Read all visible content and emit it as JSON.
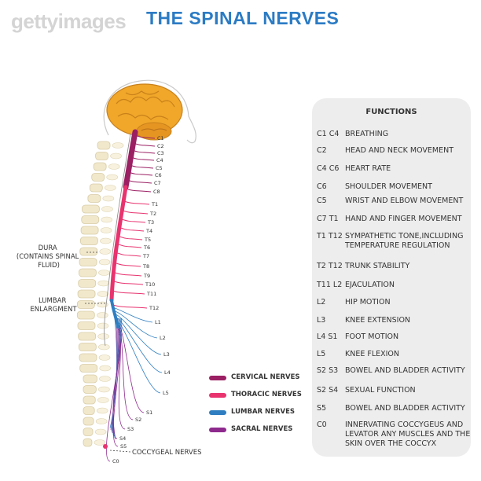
{
  "watermark": "gettyimages",
  "title": "THE SPINAL NERVES",
  "colors": {
    "cervical": "#9b1f63",
    "thoracic": "#e8336f",
    "lumbar": "#2e7ec1",
    "sacral": "#8e2a8e",
    "brain": "#f0a72a",
    "bone": "#f1e8cc",
    "title": "#2b7bc4"
  },
  "labels": {
    "dura": [
      "DURA",
      "(CONTAINS SPINAL",
      "FLUID)"
    ],
    "lumbar_enlargement": [
      "LUMBAR",
      "ENLARGMENT"
    ],
    "coccygeal": "COCCYGEAL NERVES"
  },
  "nerve_labels": [
    "C1",
    "C2",
    "C3",
    "C4",
    "C5",
    "C6",
    "C7",
    "C8",
    "T1",
    "T2",
    "T3",
    "T4",
    "T5",
    "T6",
    "T7",
    "T8",
    "T9",
    "T10",
    "T11",
    "T12",
    "L1",
    "L2",
    "L3",
    "L4",
    "L5",
    "S1",
    "S2",
    "S3",
    "S4",
    "S5",
    "C0"
  ],
  "legend": [
    {
      "label": "CERVICAL NERVES",
      "color": "#9b1f63"
    },
    {
      "label": "THORACIC NERVES",
      "color": "#e8336f"
    },
    {
      "label": "LUMBAR NERVES",
      "color": "#2e7ec1"
    },
    {
      "label": "SACRAL NERVES",
      "color": "#8e2a8e"
    }
  ],
  "functions": {
    "title": "FUNCTIONS",
    "rows": [
      {
        "code": "C1 C4",
        "text": "BREATHING"
      },
      {
        "code": "C2",
        "text": "HEAD AND NECK MOVEMENT"
      },
      {
        "code": "C4 C6",
        "text": "HEART RATE"
      },
      {
        "code": "C6",
        "text": "SHOULDER MOVEMENT"
      },
      {
        "code": "C5",
        "text": "WRIST AND ELBOW MOVEMENT"
      },
      {
        "code": "C7  T1",
        "text": "HAND AND FINGER MOVEMENT"
      },
      {
        "code": "T1 T12",
        "text": "SYMPATHETIC TONE,INCLUDING TEMPERATURE REGULATION"
      },
      {
        "code": "T2 T12",
        "text": "TRUNK STABILITY"
      },
      {
        "code": "T11  L2",
        "text": "EJACULATION"
      },
      {
        "code": "L2",
        "text": "HIP MOTION"
      },
      {
        "code": "L3",
        "text": "KNEE EXTENSION"
      },
      {
        "code": "L4  S1",
        "text": "FOOT MOTION"
      },
      {
        "code": "L5",
        "text": "KNEE FLEXION"
      },
      {
        "code": "S2  S3",
        "text": "BOWEL AND BLADDER ACTIVITY"
      },
      {
        "code": "S2  S4",
        "text": "SEXUAL FUNCTION"
      },
      {
        "code": "S5",
        "text": "BOWEL AND BLADDER ACTIVITY"
      },
      {
        "code": "C0",
        "text": "INNERVATING COCCYGEUS AND LEVATOR ANY MUSCLES AND THE SKIN OVER THE COCCYX"
      }
    ]
  }
}
